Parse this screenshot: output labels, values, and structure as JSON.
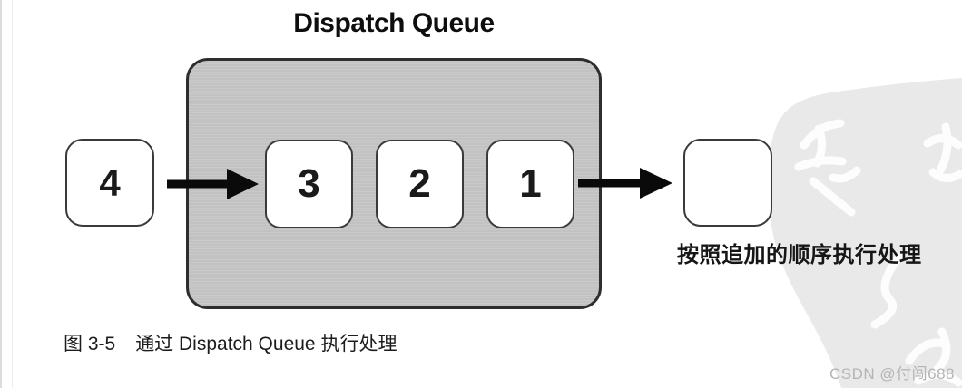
{
  "figure": {
    "title": "Dispatch Queue",
    "incoming_item": "4",
    "queue_items": [
      "3",
      "2",
      "1"
    ],
    "result_box": "",
    "annotation": "按照追加的顺序执行处理",
    "caption": {
      "label": "图 3-5",
      "text": "通过 Dispatch Queue 执行处理"
    },
    "watermark": "CSDN @付闯688",
    "icons": {
      "enqueue_arrow": "right-arrow",
      "dequeue_arrow": "right-arrow",
      "seal": "calligraphy-seal-stamp"
    },
    "colors": {
      "queue_fill": "#c6c6c6",
      "queue_border": "#2e2e2e",
      "item_fill": "#ffffff",
      "item_border": "#3a3a3a",
      "arrow": "#0a0a0a",
      "stain_fill": "#e9e9e9",
      "seal_stroke": "#ffffff",
      "watermark_text": "#b4b4b4"
    }
  }
}
